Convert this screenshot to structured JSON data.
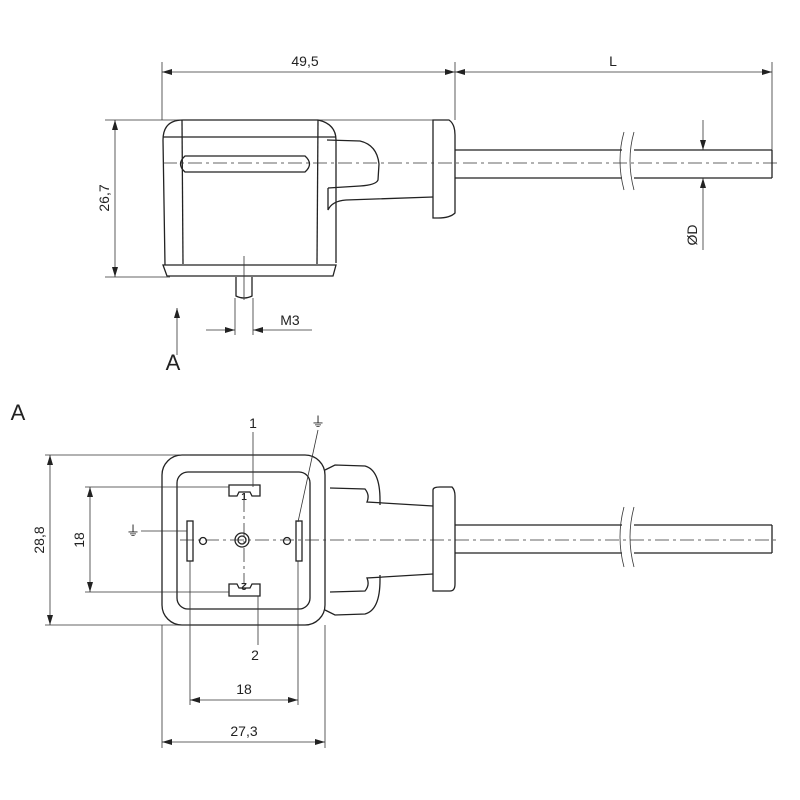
{
  "side_view": {
    "dim_length_body": "49,5",
    "dim_length_cable": "L",
    "dim_height": "26,7",
    "dim_cable_diameter": "ØD",
    "dim_thread": "M3",
    "view_arrow_label": "A"
  },
  "front_view": {
    "view_title": "A",
    "pin_1_label": "1",
    "pin_2_label": "2",
    "pin_1_marking": "1",
    "pin_2_marking": "2",
    "ground_symbol": "⏚",
    "dim_height": "28,8",
    "dim_pin_spacing_vertical": "18",
    "dim_pin_spacing_horizontal": "18",
    "dim_width": "27,3"
  }
}
